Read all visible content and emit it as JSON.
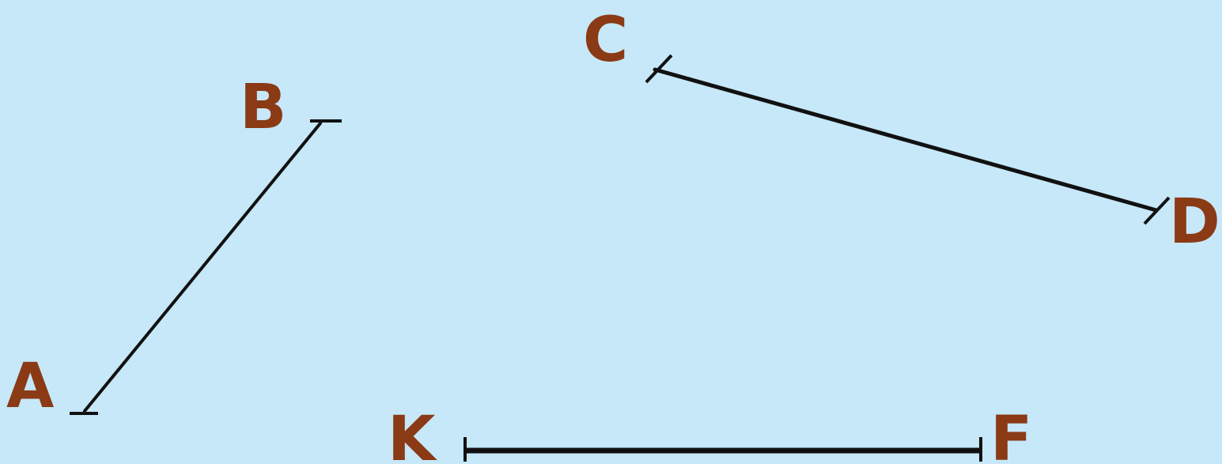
{
  "colors": {
    "background": "#c6e8f8",
    "label": "#8b3a16",
    "segment": "#111111"
  },
  "segments": [
    {
      "name": "segment-ab",
      "labels": {
        "start": "A",
        "end": "B"
      }
    },
    {
      "name": "segment-cd",
      "labels": {
        "start": "C",
        "end": "D"
      }
    },
    {
      "name": "segment-kf",
      "labels": {
        "start": "K",
        "end": "F"
      }
    }
  ]
}
